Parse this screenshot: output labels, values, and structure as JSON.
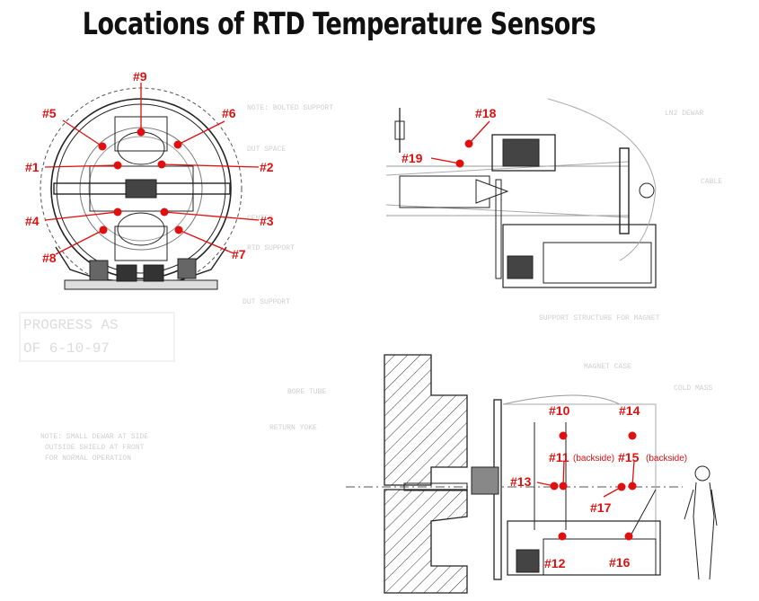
{
  "title": "Locations of RTD Temperature Sensors",
  "accent_color": "#e01010",
  "line_color": "#222222",
  "sensors": {
    "s1": "#1",
    "s2": "#2",
    "s3": "#3",
    "s4": "#4",
    "s5": "#5",
    "s6": "#6",
    "s7": "#7",
    "s8": "#8",
    "s9": "#9",
    "s10": "#10",
    "s11": "#11",
    "s12": "#12",
    "s13": "#13",
    "s14": "#14",
    "s15": "#15",
    "s16": "#16",
    "s17": "#17",
    "s18": "#18",
    "s19": "#19"
  },
  "backside_note": "(backside)"
}
